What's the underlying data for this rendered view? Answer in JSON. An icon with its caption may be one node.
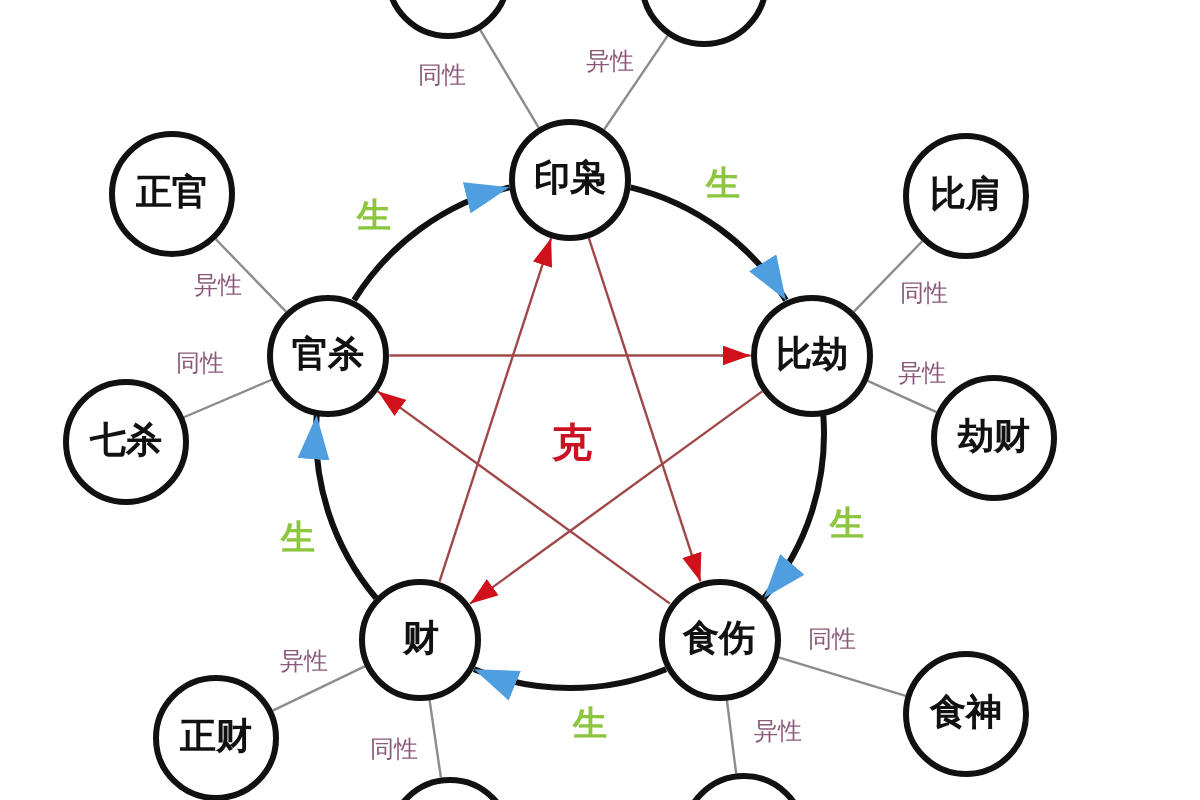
{
  "diagram": {
    "nodes": [
      {
        "text": [],
        "shape": "circle"
      },
      {
        "text": [],
        "shape": "circle"
      },
      {
        "text": [
          "印枭"
        ]
      },
      {
        "text": [
          "正官"
        ]
      },
      {
        "text": [
          "比肩"
        ]
      },
      {
        "text": [
          "官杀"
        ]
      },
      {
        "text": [
          "比劫"
        ]
      },
      {
        "text": [
          "七杀"
        ]
      },
      {
        "text": [
          "劫财"
        ]
      },
      {
        "text": [
          "财"
        ]
      },
      {
        "text": [
          "食伤"
        ]
      },
      {
        "text": [
          "食神"
        ]
      },
      {
        "text": [
          "正财"
        ]
      },
      {
        "text": [],
        "shape": "circle"
      },
      {
        "text": [],
        "shape": "circle"
      }
    ],
    "edges": [
      {
        "from": 5,
        "to": 2,
        "arrow": "to",
        "label": "生",
        "style": "thick",
        "color": "#111111"
      },
      {
        "from": 2,
        "to": 6,
        "arrow": "to",
        "label": "生",
        "style": "thick",
        "color": "#111111"
      },
      {
        "from": 6,
        "to": 10,
        "arrow": "to",
        "label": "生",
        "style": "thick",
        "color": "#111111"
      },
      {
        "from": 10,
        "to": 9,
        "arrow": "to",
        "label": "生",
        "style": "thick",
        "color": "#111111"
      },
      {
        "from": 9,
        "to": 5,
        "arrow": "to",
        "label": "生",
        "style": "thick",
        "color": "#111111"
      },
      {
        "from": 2,
        "to": 10,
        "arrow": "to",
        "color": "#a04848"
      },
      {
        "from": 10,
        "to": 5,
        "arrow": "to",
        "color": "#a04848"
      },
      {
        "from": 5,
        "to": 6,
        "arrow": "to",
        "color": "#a04848"
      },
      {
        "from": 6,
        "to": 9,
        "arrow": "to",
        "color": "#a04848"
      },
      {
        "from": 9,
        "to": 2,
        "arrow": "to",
        "color": "#a04848"
      },
      {
        "from": 2,
        "to": 0,
        "arrow": "none",
        "label": "同性"
      },
      {
        "from": 2,
        "to": 1,
        "arrow": "none",
        "label": "异性"
      },
      {
        "from": 5,
        "to": 3,
        "arrow": "none",
        "label": "异性"
      },
      {
        "from": 5,
        "to": 7,
        "arrow": "none",
        "label": "同性"
      },
      {
        "from": 6,
        "to": 4,
        "arrow": "none",
        "label": "同性"
      },
      {
        "from": 6,
        "to": 8,
        "arrow": "none",
        "label": "异性"
      },
      {
        "from": 10,
        "to": 11,
        "arrow": "none",
        "label": "同性"
      },
      {
        "from": 10,
        "to": 14,
        "arrow": "none",
        "label": "异性"
      },
      {
        "from": 9,
        "to": 12,
        "arrow": "none",
        "label": "异性"
      },
      {
        "from": 9,
        "to": 13,
        "arrow": "none",
        "label": "同性"
      }
    ],
    "labels": [
      "克"
    ]
  }
}
